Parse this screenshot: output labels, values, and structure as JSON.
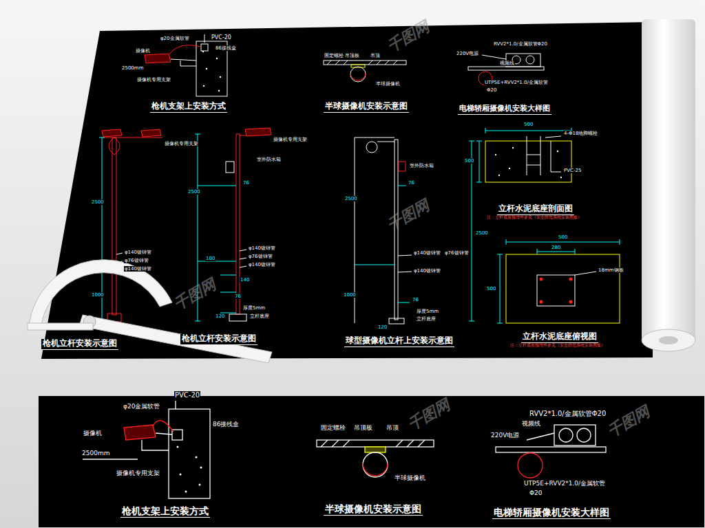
{
  "diagram": {
    "labels": [
      "φ20金属软管",
      "PVC-20",
      "86接线盒",
      "摄像机",
      "2500mm",
      "摄像机专用支架",
      "枪机支架上安装方式",
      "固定螺栓",
      "吊顶板",
      "吊顶",
      "半球摄像机",
      "半球摄像机安装示意图",
      "220V电源",
      "RVV2*1.0/金属软管Φ20",
      "视频线",
      "UTP5E+RVV2*1.0/金属软管",
      "Φ20",
      "电梯轿厢摄像机安装大样图",
      "摄像机专用支架",
      "2500",
      "φ140镀锌管",
      "φ76镀锌管",
      "φ140镀锌管",
      "1000",
      "枪机立杆安装示意图",
      "摄像机专用支架",
      "室外防水箱",
      "76",
      "2500",
      "100",
      "φ140镀锌管",
      "φ76镀锌管",
      "φ140镀锌管",
      "140",
      "76",
      "厚度5mm",
      "120",
      "立杆底座",
      "枪机立杆安装示意图",
      "室外防水箱",
      "76",
      "2500",
      "φ140镀锌管",
      "φ76镀锌管",
      "φ140镀锌管",
      "2500",
      "1000",
      "76",
      "120",
      "厚度5mm",
      "立杆底座",
      "球型摄像机立杆上安装示意图",
      "500",
      "4-Φ18地脚螺栓",
      "PVC-25",
      "500",
      "立杆水泥底座剖面图",
      "注：立杆底座预埋件参见《安全防范系统安装图集》",
      "500",
      "280",
      "18mm钢板",
      "500",
      "立杆水泥底座俯视图",
      "注：立杆底座预埋件参见《安全防范系统安装图集》",
      "φ20金属软管",
      "PVC-20",
      "86接线盒",
      "摄像机",
      "2500mm",
      "摄像机专用支架",
      "枪机支架上安装方式",
      "固定螺栓",
      "吊顶板",
      "吊顶",
      "半球摄像机",
      "半球摄像机安装示意图",
      "220V电源",
      "RVV2*1.0/金属软管Φ20",
      "视频线",
      "UTP5E+RVV2*1.0/金属软管",
      "Φ20",
      "电梯轿厢摄像机安装大样图",
      "千图网",
      "千图网",
      "千图网",
      "千图网",
      "千图网"
    ]
  }
}
